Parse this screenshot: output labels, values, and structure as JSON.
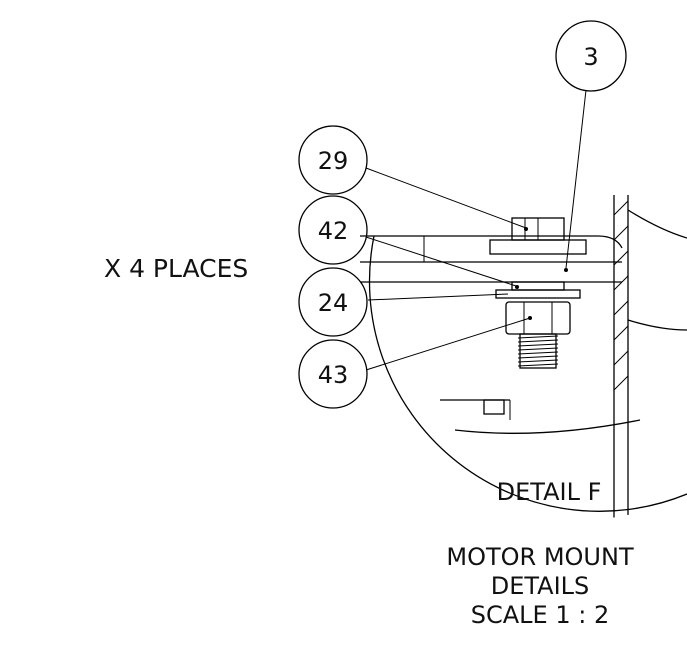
{
  "callouts": [
    {
      "id": "callout-3",
      "number": "3"
    },
    {
      "id": "callout-29",
      "number": "29"
    },
    {
      "id": "callout-42",
      "number": "42"
    },
    {
      "id": "callout-24",
      "number": "24"
    },
    {
      "id": "callout-43",
      "number": "43"
    }
  ],
  "quantity_note": "X 4 PLACES",
  "detail_title": "DETAIL F",
  "caption": {
    "line1": "MOTOR MOUNT",
    "line2": "DETAILS",
    "line3": "SCALE 1 : 2"
  }
}
